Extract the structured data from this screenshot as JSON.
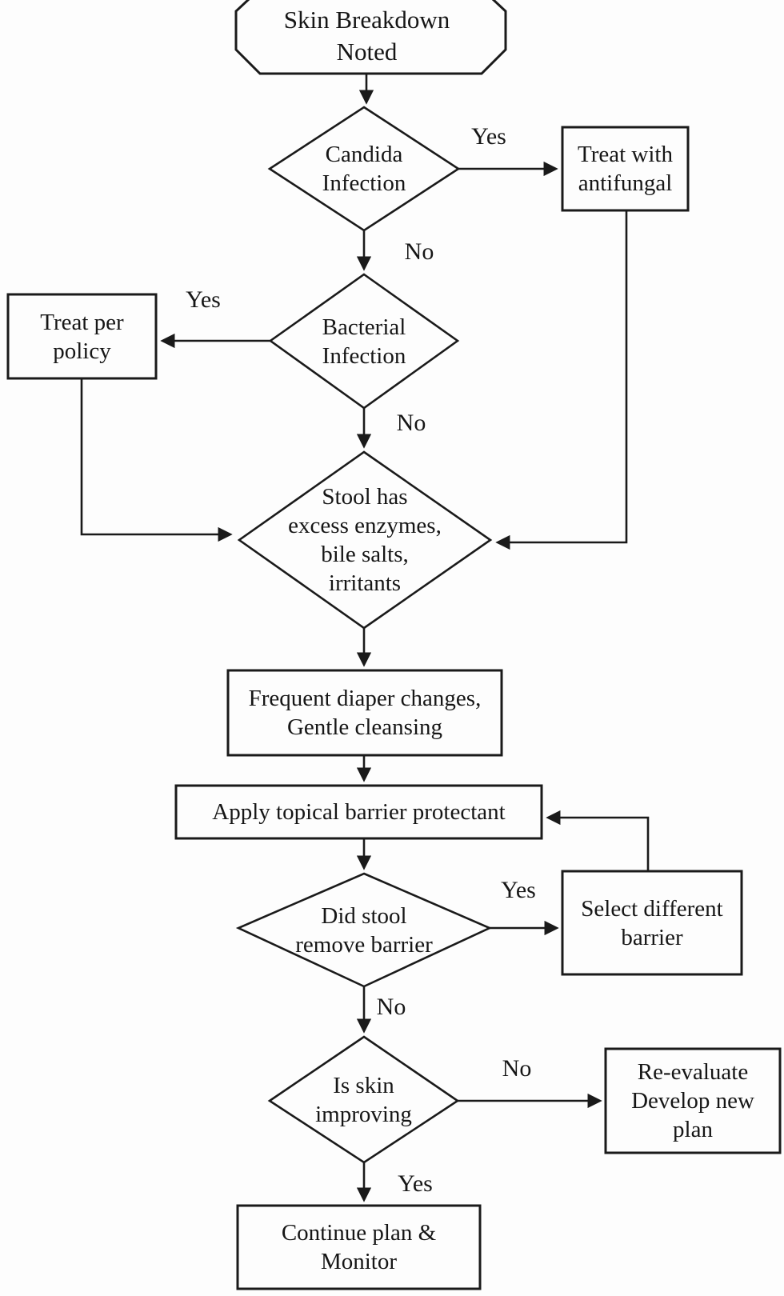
{
  "diagram": {
    "title": "Skin breakdown treatment decision flowchart",
    "type": "flowchart",
    "colors": {
      "background": "#fdfdfd",
      "stroke": "#1a1a1a",
      "text": "#161616",
      "shape_fill": "#fdfdfd"
    }
  },
  "nodes": {
    "start": {
      "shape": "terminator",
      "lines": [
        "Skin Breakdown",
        "Noted"
      ]
    },
    "candida": {
      "shape": "decision",
      "lines": [
        "Candida",
        "Infection"
      ]
    },
    "treat_antifungal": {
      "shape": "process",
      "lines": [
        "Treat with",
        "antifungal"
      ]
    },
    "bacterial": {
      "shape": "decision",
      "lines": [
        "Bacterial",
        "Infection"
      ]
    },
    "treat_policy": {
      "shape": "process",
      "lines": [
        "Treat per",
        "policy"
      ]
    },
    "stool": {
      "shape": "decision",
      "lines": [
        "Stool has",
        "excess enzymes,",
        "bile salts,",
        "irritants"
      ]
    },
    "frequent": {
      "shape": "process",
      "lines": [
        "Frequent diaper changes,",
        "Gentle cleansing"
      ]
    },
    "apply": {
      "shape": "process",
      "lines": [
        "Apply topical barrier protectant"
      ]
    },
    "did_stool": {
      "shape": "decision",
      "lines": [
        "Did stool",
        "remove barrier"
      ]
    },
    "select_barrier": {
      "shape": "process",
      "lines": [
        "Select different",
        "barrier"
      ]
    },
    "is_skin": {
      "shape": "decision",
      "lines": [
        "Is skin",
        "improving"
      ]
    },
    "reevaluate": {
      "shape": "process",
      "lines": [
        "Re-evaluate",
        "Develop new",
        "plan"
      ]
    },
    "continue_plan": {
      "shape": "process",
      "lines": [
        "Continue plan &",
        "Monitor"
      ]
    }
  },
  "edge_labels": {
    "candida_yes": "Yes",
    "candida_no": "No",
    "bacterial_yes": "Yes",
    "bacterial_no": "No",
    "did_stool_yes": "Yes",
    "did_stool_no": "No",
    "is_skin_no": "No",
    "is_skin_yes": "Yes"
  },
  "edges": [
    {
      "from": "start",
      "to": "candida",
      "label": ""
    },
    {
      "from": "candida",
      "to": "treat_antifungal",
      "label": "Yes"
    },
    {
      "from": "candida",
      "to": "bacterial",
      "label": "No"
    },
    {
      "from": "bacterial",
      "to": "treat_policy",
      "label": "Yes"
    },
    {
      "from": "bacterial",
      "to": "stool",
      "label": "No"
    },
    {
      "from": "treat_policy",
      "to": "stool",
      "label": ""
    },
    {
      "from": "treat_antifungal",
      "to": "stool",
      "label": ""
    },
    {
      "from": "stool",
      "to": "frequent",
      "label": ""
    },
    {
      "from": "frequent",
      "to": "apply",
      "label": ""
    },
    {
      "from": "apply",
      "to": "did_stool",
      "label": ""
    },
    {
      "from": "did_stool",
      "to": "select_barrier",
      "label": "Yes"
    },
    {
      "from": "select_barrier",
      "to": "apply",
      "label": ""
    },
    {
      "from": "did_stool",
      "to": "is_skin",
      "label": "No"
    },
    {
      "from": "is_skin",
      "to": "reevaluate",
      "label": "No"
    },
    {
      "from": "is_skin",
      "to": "continue_plan",
      "label": "Yes"
    }
  ]
}
